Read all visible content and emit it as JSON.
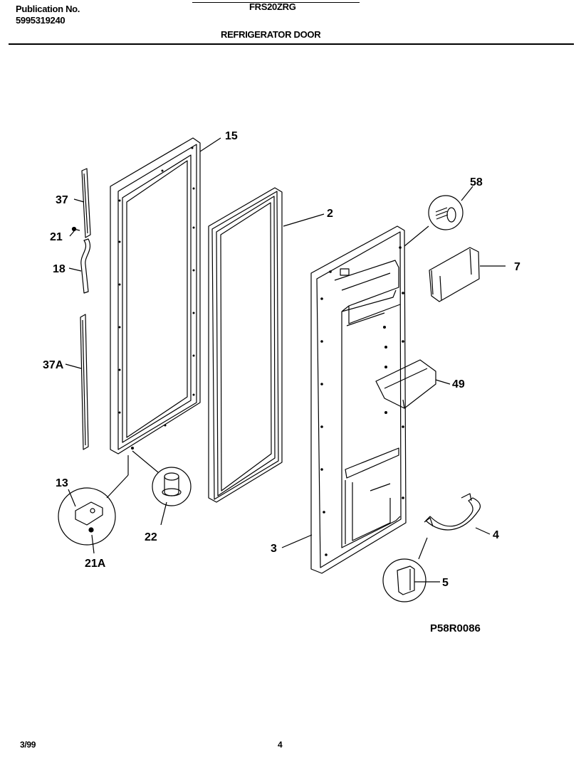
{
  "header": {
    "publication_label": "Publication No.",
    "publication_number": "5995319240",
    "model": "FRS20ZRG",
    "section_title": "REFRIGERATOR DOOR"
  },
  "callouts": {
    "p15": "15",
    "p2": "2",
    "p37": "37",
    "p21": "21",
    "p18": "18",
    "p37a": "37A",
    "p13": "13",
    "p21a": "21A",
    "p22": "22",
    "p3": "3",
    "p58": "58",
    "p7": "7",
    "p49": "49",
    "p4": "4",
    "p5": "5"
  },
  "diagram_code": "P58R0086",
  "footer": {
    "date": "3/99",
    "page": "4"
  }
}
